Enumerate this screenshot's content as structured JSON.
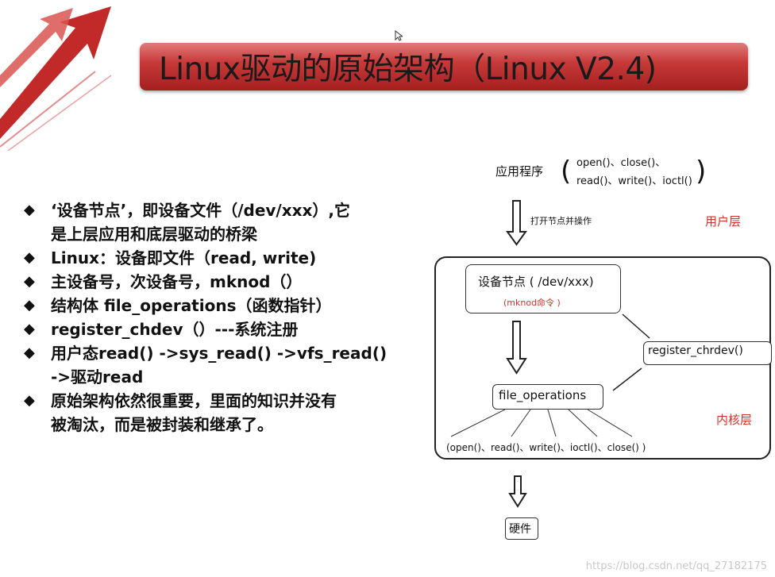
{
  "title": "Linux驱动的原始架构（Linux V2.4)",
  "bullets": [
    "‘设备节点’，即设备文件（/dev/xxx）,它\n是上层应用和底层驱动的桥梁",
    "Linux：设备即文件（read, write)",
    "主设备号，次设备号，mknod（）",
    "结构体 file_operations（函数指针）",
    "register_chdev（）---系统注册",
    "用户态read() ->sys_read() ->vfs_read()\n->驱动read",
    "原始架构依然很重要，里面的知识并没有\n被淘汰，而是被封装和继承了。"
  ],
  "diagram": {
    "app_label": "应用程序",
    "app_calls_line1": "open()、close()、",
    "app_calls_line2": "read()、write()、ioctl()",
    "arrow_label": "打开节点并操作",
    "user_layer": "用户层",
    "device_node": "设备节点 ( /dev/xxx)",
    "mknod_note": "(mknod命令 )",
    "register": "register_chrdev()",
    "file_ops": "file_operations",
    "ops_list": "(open()、read()、write()、ioctl()、close() )",
    "kernel_layer": "内核层",
    "hardware": "硬件"
  },
  "watermark": "https://blog.csdn.net/qq_27182175",
  "colors": {
    "title_bar": "#c93a3a",
    "accent_red": "#d4312b"
  }
}
